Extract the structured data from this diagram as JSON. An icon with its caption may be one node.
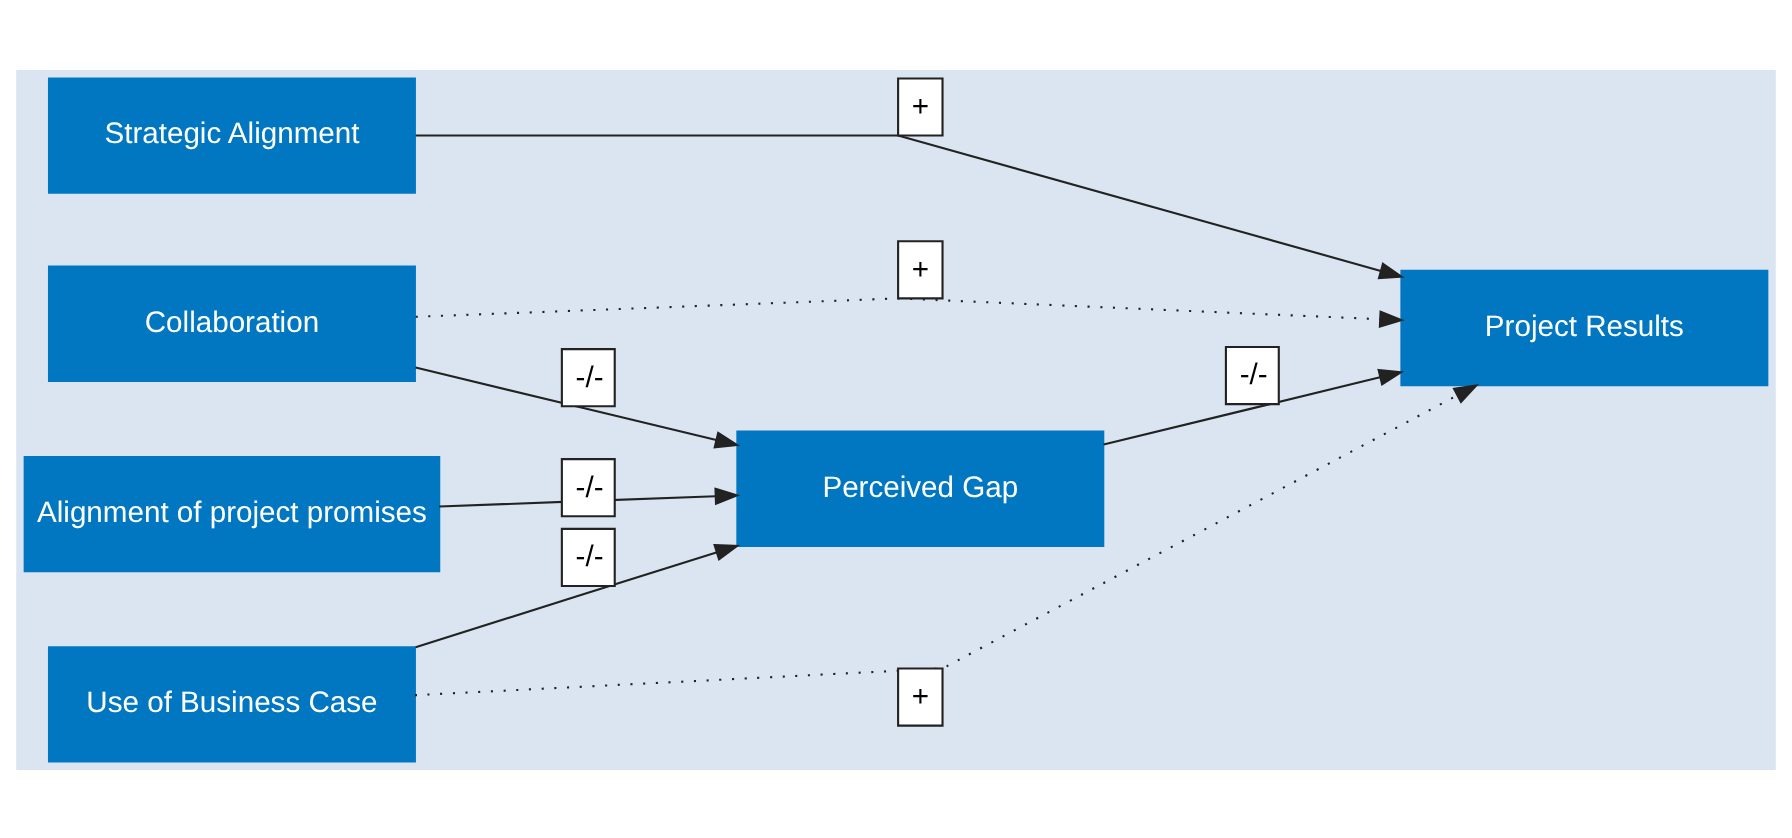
{
  "diagram": {
    "nodes": [
      {
        "text": [
          "Perceived Gap"
        ]
      },
      {
        "text": [
          "Strategic Alignment"
        ]
      },
      {
        "text": [
          "Collaboration"
        ]
      },
      {
        "text": [
          "Use of Business Case"
        ]
      },
      {
        "text": [
          "Alignment of project promises"
        ]
      },
      {
        "text": [
          "Project Results"
        ]
      }
    ],
    "edges": [
      {
        "from": 2,
        "to": 0,
        "arrow": "to",
        "label": "-/-"
      },
      {
        "from": 3,
        "to": 0,
        "arrow": "to",
        "label": "-/-"
      },
      {
        "from": 4,
        "to": 0,
        "arrow": "to",
        "label": "-/-"
      },
      {
        "from": 1,
        "to": 5,
        "arrow": "to",
        "label": "+"
      },
      {
        "from": 2,
        "to": 5,
        "arrow": "to",
        "label": "+",
        "style": "dashed"
      },
      {
        "from": 3,
        "to": 5,
        "arrow": "to",
        "label": "+",
        "style": "dashed"
      },
      {
        "from": 0,
        "to": 5,
        "arrow": "to",
        "label": "-/-"
      }
    ]
  }
}
